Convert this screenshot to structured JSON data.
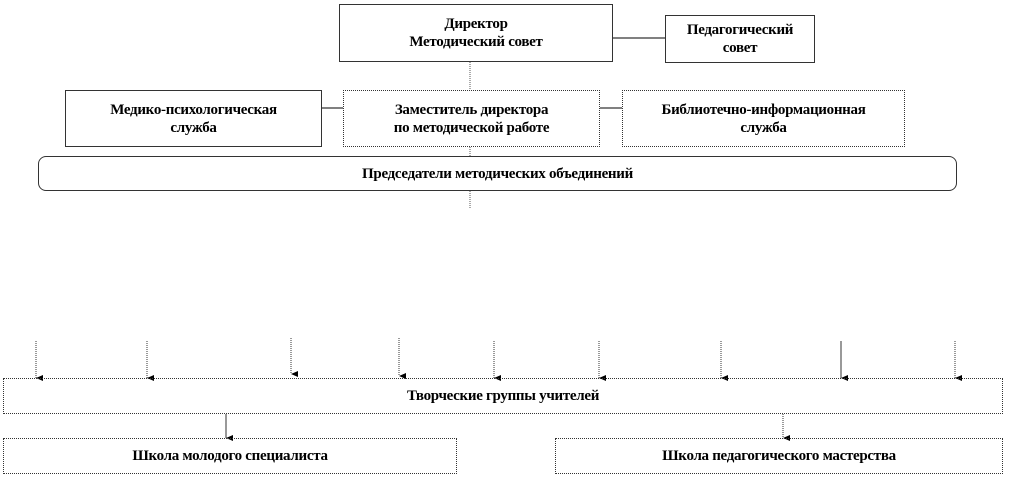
{
  "director": {
    "line1": "Директор",
    "line2": "Методический совет"
  },
  "ped_council": {
    "line1": "Педагогический",
    "line2": "совет"
  },
  "medical": {
    "line1": "Медико-психологическая",
    "line2": "служба"
  },
  "deputy": {
    "line1": "Заместитель директора",
    "line2": "по методической работе"
  },
  "library": {
    "line1": "Библиотечно-информационная",
    "line2": "служба"
  },
  "chairs": "Председатели методических объединений",
  "groups": "Творческие группы учителей",
  "young_school": "Школа молодого специалиста",
  "mastery_school": "Школа педагогического мастерства"
}
